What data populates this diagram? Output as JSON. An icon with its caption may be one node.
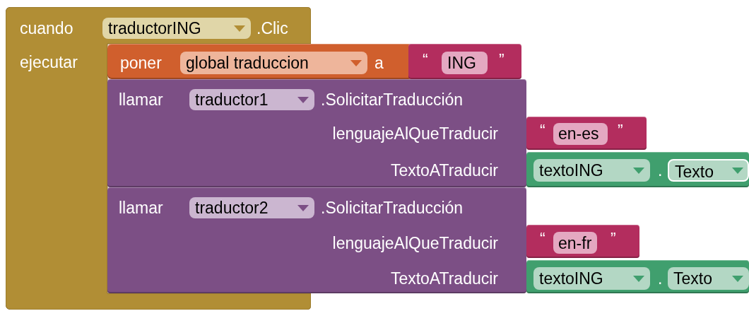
{
  "diagram": {
    "nodes": [
      {
        "text": [
          "cuando",
          ".Clic",
          "ejecutar"
        ]
      },
      {
        "text": [
          "traductorING"
        ],
        "in": 0
      },
      {
        "text": [
          "poner",
          "a"
        ]
      },
      {
        "text": [
          "global traduccion"
        ],
        "in": 2
      },
      {
        "text": [
          "“",
          "”"
        ]
      },
      {
        "text": [
          "ING"
        ],
        "in": 4
      },
      {
        "text": [
          "llamar",
          ".SolicitarTraducción",
          "lenguajeAlQueTraducir",
          "TextoATraducir"
        ]
      },
      {
        "text": [
          "traductor1"
        ],
        "in": 6
      },
      {
        "text": [
          "“",
          "”"
        ]
      },
      {
        "text": [
          "en-es"
        ],
        "in": 8
      },
      {
        "text": [
          "."
        ]
      },
      {
        "text": [
          "textoING"
        ],
        "in": 10
      },
      {
        "text": [
          "Texto"
        ],
        "in": 10
      },
      {
        "text": [
          "llamar",
          ".SolicitarTraducción",
          "lenguajeAlQueTraducir",
          "TextoATraducir"
        ]
      },
      {
        "text": [
          "traductor2"
        ],
        "in": 13
      },
      {
        "text": [
          "“",
          "”"
        ]
      },
      {
        "text": [
          "en-fr"
        ],
        "in": 15
      },
      {
        "text": [
          "."
        ]
      },
      {
        "text": [
          "textoING"
        ],
        "in": 17
      },
      {
        "text": [
          "Texto"
        ],
        "in": 17
      }
    ]
  }
}
